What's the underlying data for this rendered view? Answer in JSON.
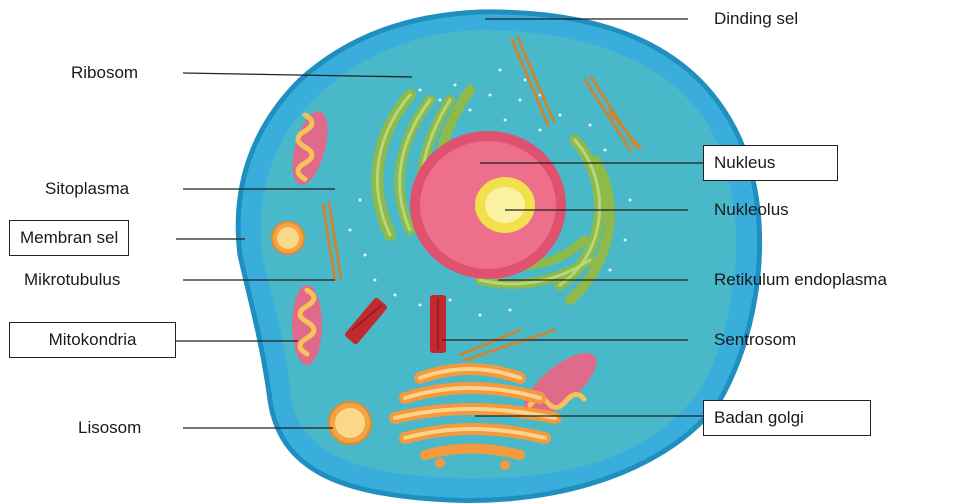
{
  "labels": {
    "dinding_sel": "Dinding sel",
    "ribosom": "Ribosom",
    "nukleus": "Nukleus",
    "sitoplasma": "Sitoplasma",
    "nukleolus": "Nukleolus",
    "membran_sel": "Membran sel",
    "mikrotubulus": "Mikrotubulus",
    "retikulum_endoplasma": "Retikulum endoplasma",
    "mitokondria": "Mitokondria",
    "sentrosom": "Sentrosom",
    "lisosom": "Lisosom",
    "badan_golgi": "Badan golgi"
  },
  "colors": {
    "cell_outer": "#39aedc",
    "cell_outer_stroke": "#1f8fc0",
    "cytoplasm": "#49b8c9",
    "nucleus_outer": "#e0506f",
    "nucleus_inner": "#ee6f8c",
    "nucleolus_outer": "#f3e04d",
    "nucleolus_inner": "#fbf3a3",
    "er": "#8dba4a",
    "er_light": "#b7d77a",
    "golgi": "#f39a3c",
    "golgi_light": "#fcd38c",
    "mito_outer": "#e06a8a",
    "mito_inner": "#f7c25a",
    "centrosome": "#c2292f",
    "microtubule": "#c58936",
    "leader_line": "#222222"
  }
}
